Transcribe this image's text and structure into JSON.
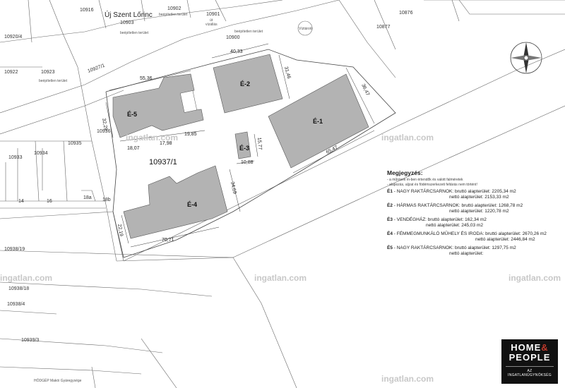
{
  "parcels": {
    "p10916": "10916",
    "town": "Új Szent Lőrinc",
    "p10903": "10903",
    "p10902": "10902",
    "p10901": "10901",
    "p10900": "10900",
    "p10920_4": "10920/4",
    "p10922": "10922",
    "p10923": "10923",
    "p10927_1": "10927/1",
    "p10936": "10936",
    "p10935": "10935",
    "p10933": "10933",
    "p10934": "10934",
    "p14": "14",
    "p16": "16",
    "p18a": "18a",
    "p18b": "18b",
    "main": "10937/1",
    "p10938_19": "10938/19",
    "p10938_18": "10938/18",
    "p10938_4": "10938/4",
    "p10939_3": "10939/3",
    "p10876": "10876",
    "p10877": "10877",
    "vizallo": "Víztároló",
    "hodgep": "HÓDGÉP Makói Gyáregysége",
    "beepitetlen": "beépítetlen terület",
    "ut": "út",
    "vizallas": "vízállás"
  },
  "buildings": {
    "e1": "É-1",
    "e2": "É-2",
    "e3": "É-3",
    "e4": "É-4",
    "e5": "É-5"
  },
  "dimensions": {
    "d4033": "40,33",
    "d3146": "31,46",
    "d5536": "55,36",
    "d3647": "36,47",
    "d3229": "32,29",
    "d1807": "18,07",
    "d1798": "17,98",
    "d1985": "19,85",
    "d1577": "15,77",
    "d1088": "10,88",
    "d6547": "65,47",
    "d3469": "34,69",
    "d2219": "22,19",
    "d7071": "70,71"
  },
  "watermarks": {
    "w1": "ingatlan.com",
    "w2": "ingatlan.com",
    "w3": "ingatlan.com",
    "w4": "ingatlan.com",
    "w5": "ingatlan.com",
    "w6": "ingatlan.com"
  },
  "legend": {
    "title": "Megjegyzés:",
    "note1": "- a műrések m-ben értendők és valott falméretek",
    "note2": "- alapozás, aljzat és födémszerkezeti feltárás nem történt!",
    "e1_label": "É1",
    "e1_desc": " - NAGY RAKTÁRCSARNOK: bruttó alapterület: 2205,34 m2",
    "e1_net": "nettó alapterület: 2153,33 m2",
    "e2_label": "É2",
    "e2_desc": " - HÁRMAS RAKTÁRCSARNOK: bruttó alapterület: 1268,78 m2",
    "e2_net": "nettó alapterület: 1220,78 m2",
    "e3_label": "É3",
    "e3_desc": " - VENDÉGHÁZ: bruttó alapterület: 162,34 m2",
    "e3_net": "nettó alapterület: 245,03 m2",
    "e4_label": "É4",
    "e4_desc": " - FÉMMEGMUNKÁLÓ MŰHELY ÉS IRODA: bruttó alapterület: 2670,26 m2",
    "e4_net": "nettó alapterület: 2446,84 m2",
    "e5_label": "É5",
    "e5_desc": " - NAGY RAKTÁRCSARNOK: bruttó alapterület: 1297,75 m2",
    "e5_net": "nettó alapterület:"
  },
  "brand": {
    "line1a": "HOME",
    "amp": "&",
    "line2": "PEOPLE",
    "tagline": "AZ INGATLANÜGYNÖKSÉG"
  },
  "colors": {
    "building_fill": "#b3b3b3",
    "line": "#555555",
    "brand_bg": "#111111",
    "brand_accent": "#c0392b"
  }
}
